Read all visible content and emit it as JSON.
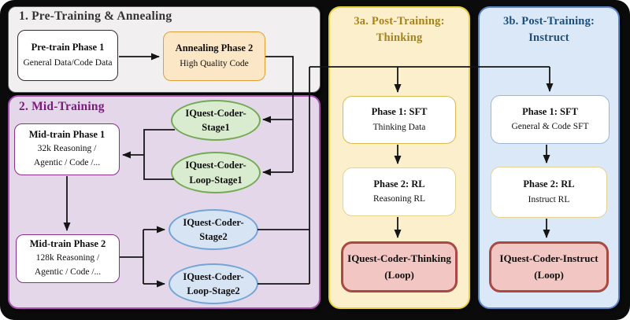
{
  "palette": {
    "canvas-bg": "#0b0b0b",
    "pretrain-bg": "#f1efef",
    "pretrain-border": "#5a5a5a",
    "pretrain-title": "#343434",
    "mid-bg": "#e3d7e9",
    "mid-border": "#aa4fb2",
    "mid-title": "#7b1a7b",
    "mid-box-border": "#8b2d8b",
    "think-bg": "#fbf0cb",
    "think-border": "#e8cf3e",
    "think-title": "#a6821e",
    "inst-bg": "#dbe8f8",
    "inst-border": "#5b85c6",
    "inst-title": "#1e4e79",
    "anneal-bg": "#fbe6c5",
    "anneal-border": "#dfa13d",
    "green-bg": "#d9ecd0",
    "green-border": "#74aa55",
    "blue-bg": "#d7e4f4",
    "blue-border": "#74a5d6",
    "result-bg": "#f2c7c3",
    "result-border": "#a84a42",
    "gold-box-border": "#ddba50",
    "pale-gold-border": "#e5d291",
    "pale-blue-border": "#9db6d8",
    "line-color": "#151515"
  },
  "pretraining": {
    "title": "1. Pre-Training & Annealing",
    "phase1": {
      "title": "Pre-train Phase 1",
      "subtitle": "General Data/Code Data"
    },
    "phase2": {
      "title": "Annealing Phase 2",
      "subtitle": "High Quality Code"
    }
  },
  "midtraining": {
    "title": "2. Mid-Training",
    "phase1": {
      "title": "Mid-train Phase 1",
      "line1": "32k Reasoning /",
      "line2": "Agentic / Code /..."
    },
    "phase2": {
      "title": "Mid-train Phase 2",
      "line1": "128k Reasoning /",
      "line2": "Agentic / Code /..."
    },
    "stage1": {
      "line1": "IQuest-Coder-",
      "line2": "Stage1"
    },
    "loop_stage1": {
      "line1": "IQuest-Coder-",
      "line2": "Loop-Stage1"
    },
    "stage2": {
      "line1": "IQuest-Coder-",
      "line2": "Stage2"
    },
    "loop_stage2": {
      "line1": "IQuest-Coder-",
      "line2": "Loop-Stage2"
    }
  },
  "post_thinking": {
    "title_line1": "3a. Post-Training:",
    "title_line2": "Thinking",
    "phase1": {
      "title": "Phase 1: SFT",
      "subtitle": "Thinking Data"
    },
    "phase2": {
      "title": "Phase 2: RL",
      "subtitle": "Reasoning RL"
    },
    "result": {
      "line1": "IQuest-Coder-Thinking",
      "line2": "(Loop)"
    }
  },
  "post_instruct": {
    "title_line1": "3b. Post-Training:",
    "title_line2": "Instruct",
    "phase1": {
      "title": "Phase 1: SFT",
      "subtitle": "General & Code SFT"
    },
    "phase2": {
      "title": "Phase 2: RL",
      "subtitle": "Instruct RL"
    },
    "result": {
      "line1": "IQuest-Coder-Instruct",
      "line2": "(Loop)"
    }
  }
}
